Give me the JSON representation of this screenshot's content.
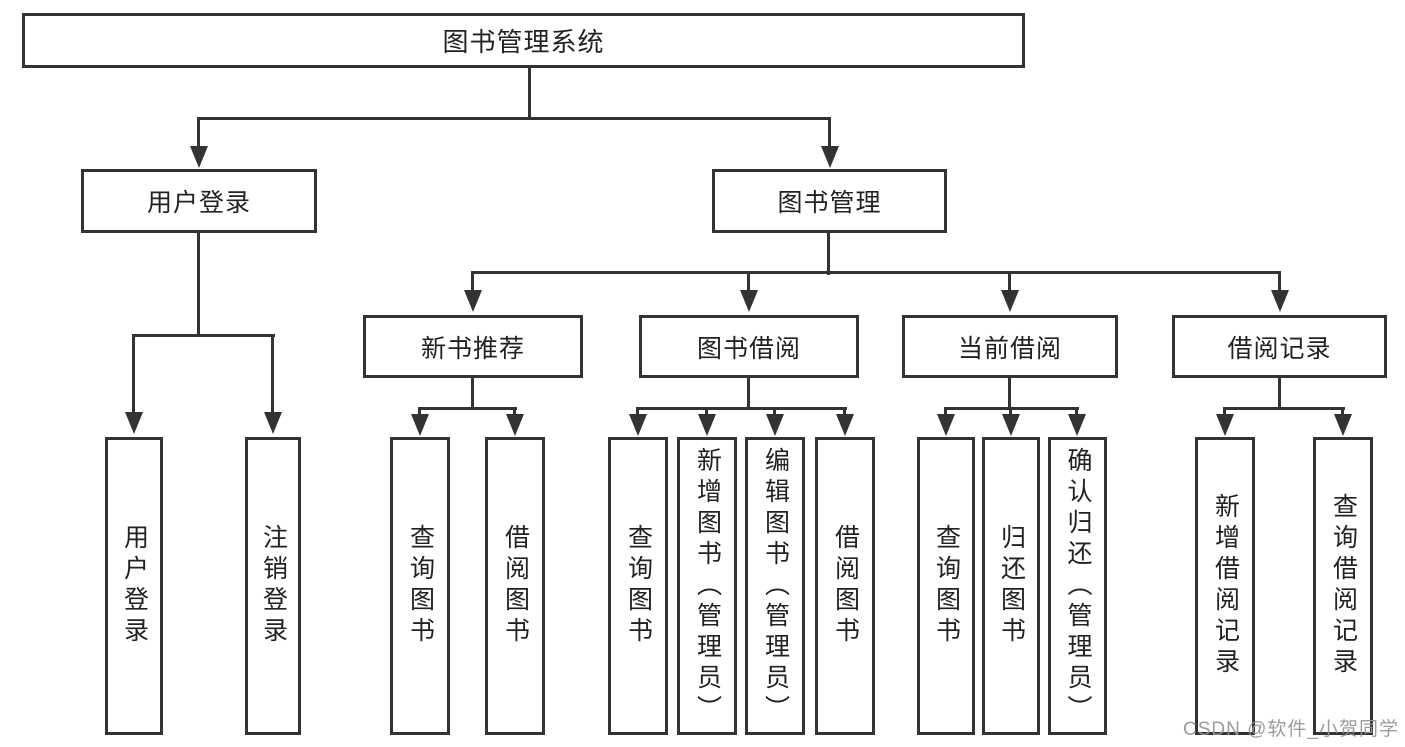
{
  "colors": {
    "stroke": "#333333",
    "text": "#222222",
    "watermark": "#949494",
    "background": "#ffffff"
  },
  "watermark": "CSDN @软件_小贺同学",
  "tree": {
    "root": {
      "label": "图书管理系统"
    },
    "children": [
      {
        "label": "用户登录",
        "children": [
          {
            "label": "用户登录"
          },
          {
            "label": "注销登录"
          }
        ]
      },
      {
        "label": "图书管理",
        "children": [
          {
            "label": "新书推荐",
            "children": [
              {
                "label": "查询图书"
              },
              {
                "label": "借阅图书"
              }
            ]
          },
          {
            "label": "图书借阅",
            "children": [
              {
                "label": "查询图书"
              },
              {
                "label": "新增图书（管理员）"
              },
              {
                "label": "编辑图书（管理员）"
              },
              {
                "label": "借阅图书"
              }
            ]
          },
          {
            "label": "当前借阅",
            "children": [
              {
                "label": "查询图书"
              },
              {
                "label": "归还图书"
              },
              {
                "label": "确认归还（管理员）"
              }
            ]
          },
          {
            "label": "借阅记录",
            "children": [
              {
                "label": "新增借阅记录"
              },
              {
                "label": "查询借阅记录"
              }
            ]
          }
        ]
      }
    ]
  }
}
